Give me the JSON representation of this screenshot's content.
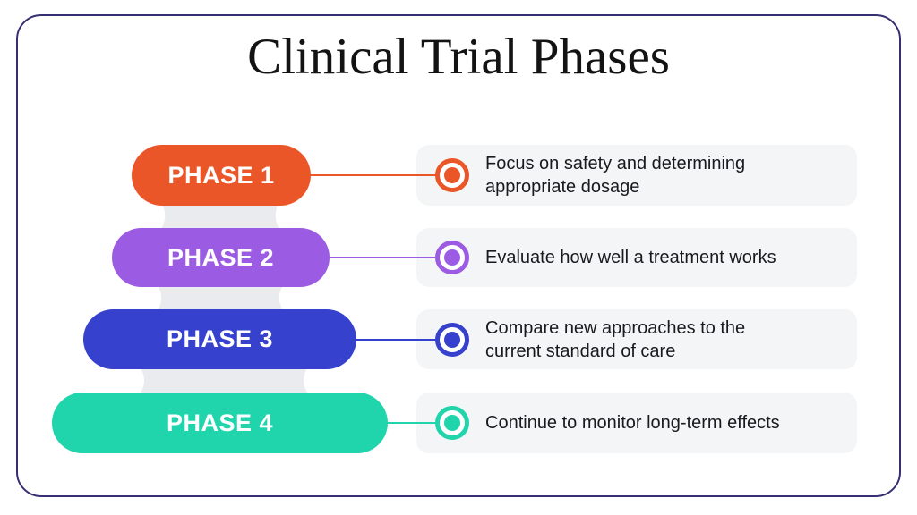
{
  "title": "Clinical Trial Phases",
  "colors": {
    "background": "#FFFFFF",
    "frame": "#363073",
    "title": "#131313",
    "connector": "#E9EBEE",
    "box_bg": "#F4F5F6",
    "text": "#1A1A1E",
    "pill_text": "#FFFFFF"
  },
  "phases": [
    {
      "label": "PHASE 1",
      "description": "Focus on safety and determining\nappropriate dosage",
      "color": "#EB5629",
      "icon": "ring-dot-icon"
    },
    {
      "label": "PHASE 2",
      "description": "Evaluate how well a treatment works",
      "color": "#9C5BE3",
      "icon": "ring-dot-icon"
    },
    {
      "label": "PHASE 3",
      "description": "Compare new approaches to the\ncurrent standard of care",
      "color": "#3642CD",
      "icon": "ring-dot-icon"
    },
    {
      "label": "PHASE 4",
      "description": "Continue to monitor long-term effects",
      "color": "#20D5AB",
      "icon": "ring-dot-icon"
    }
  ]
}
